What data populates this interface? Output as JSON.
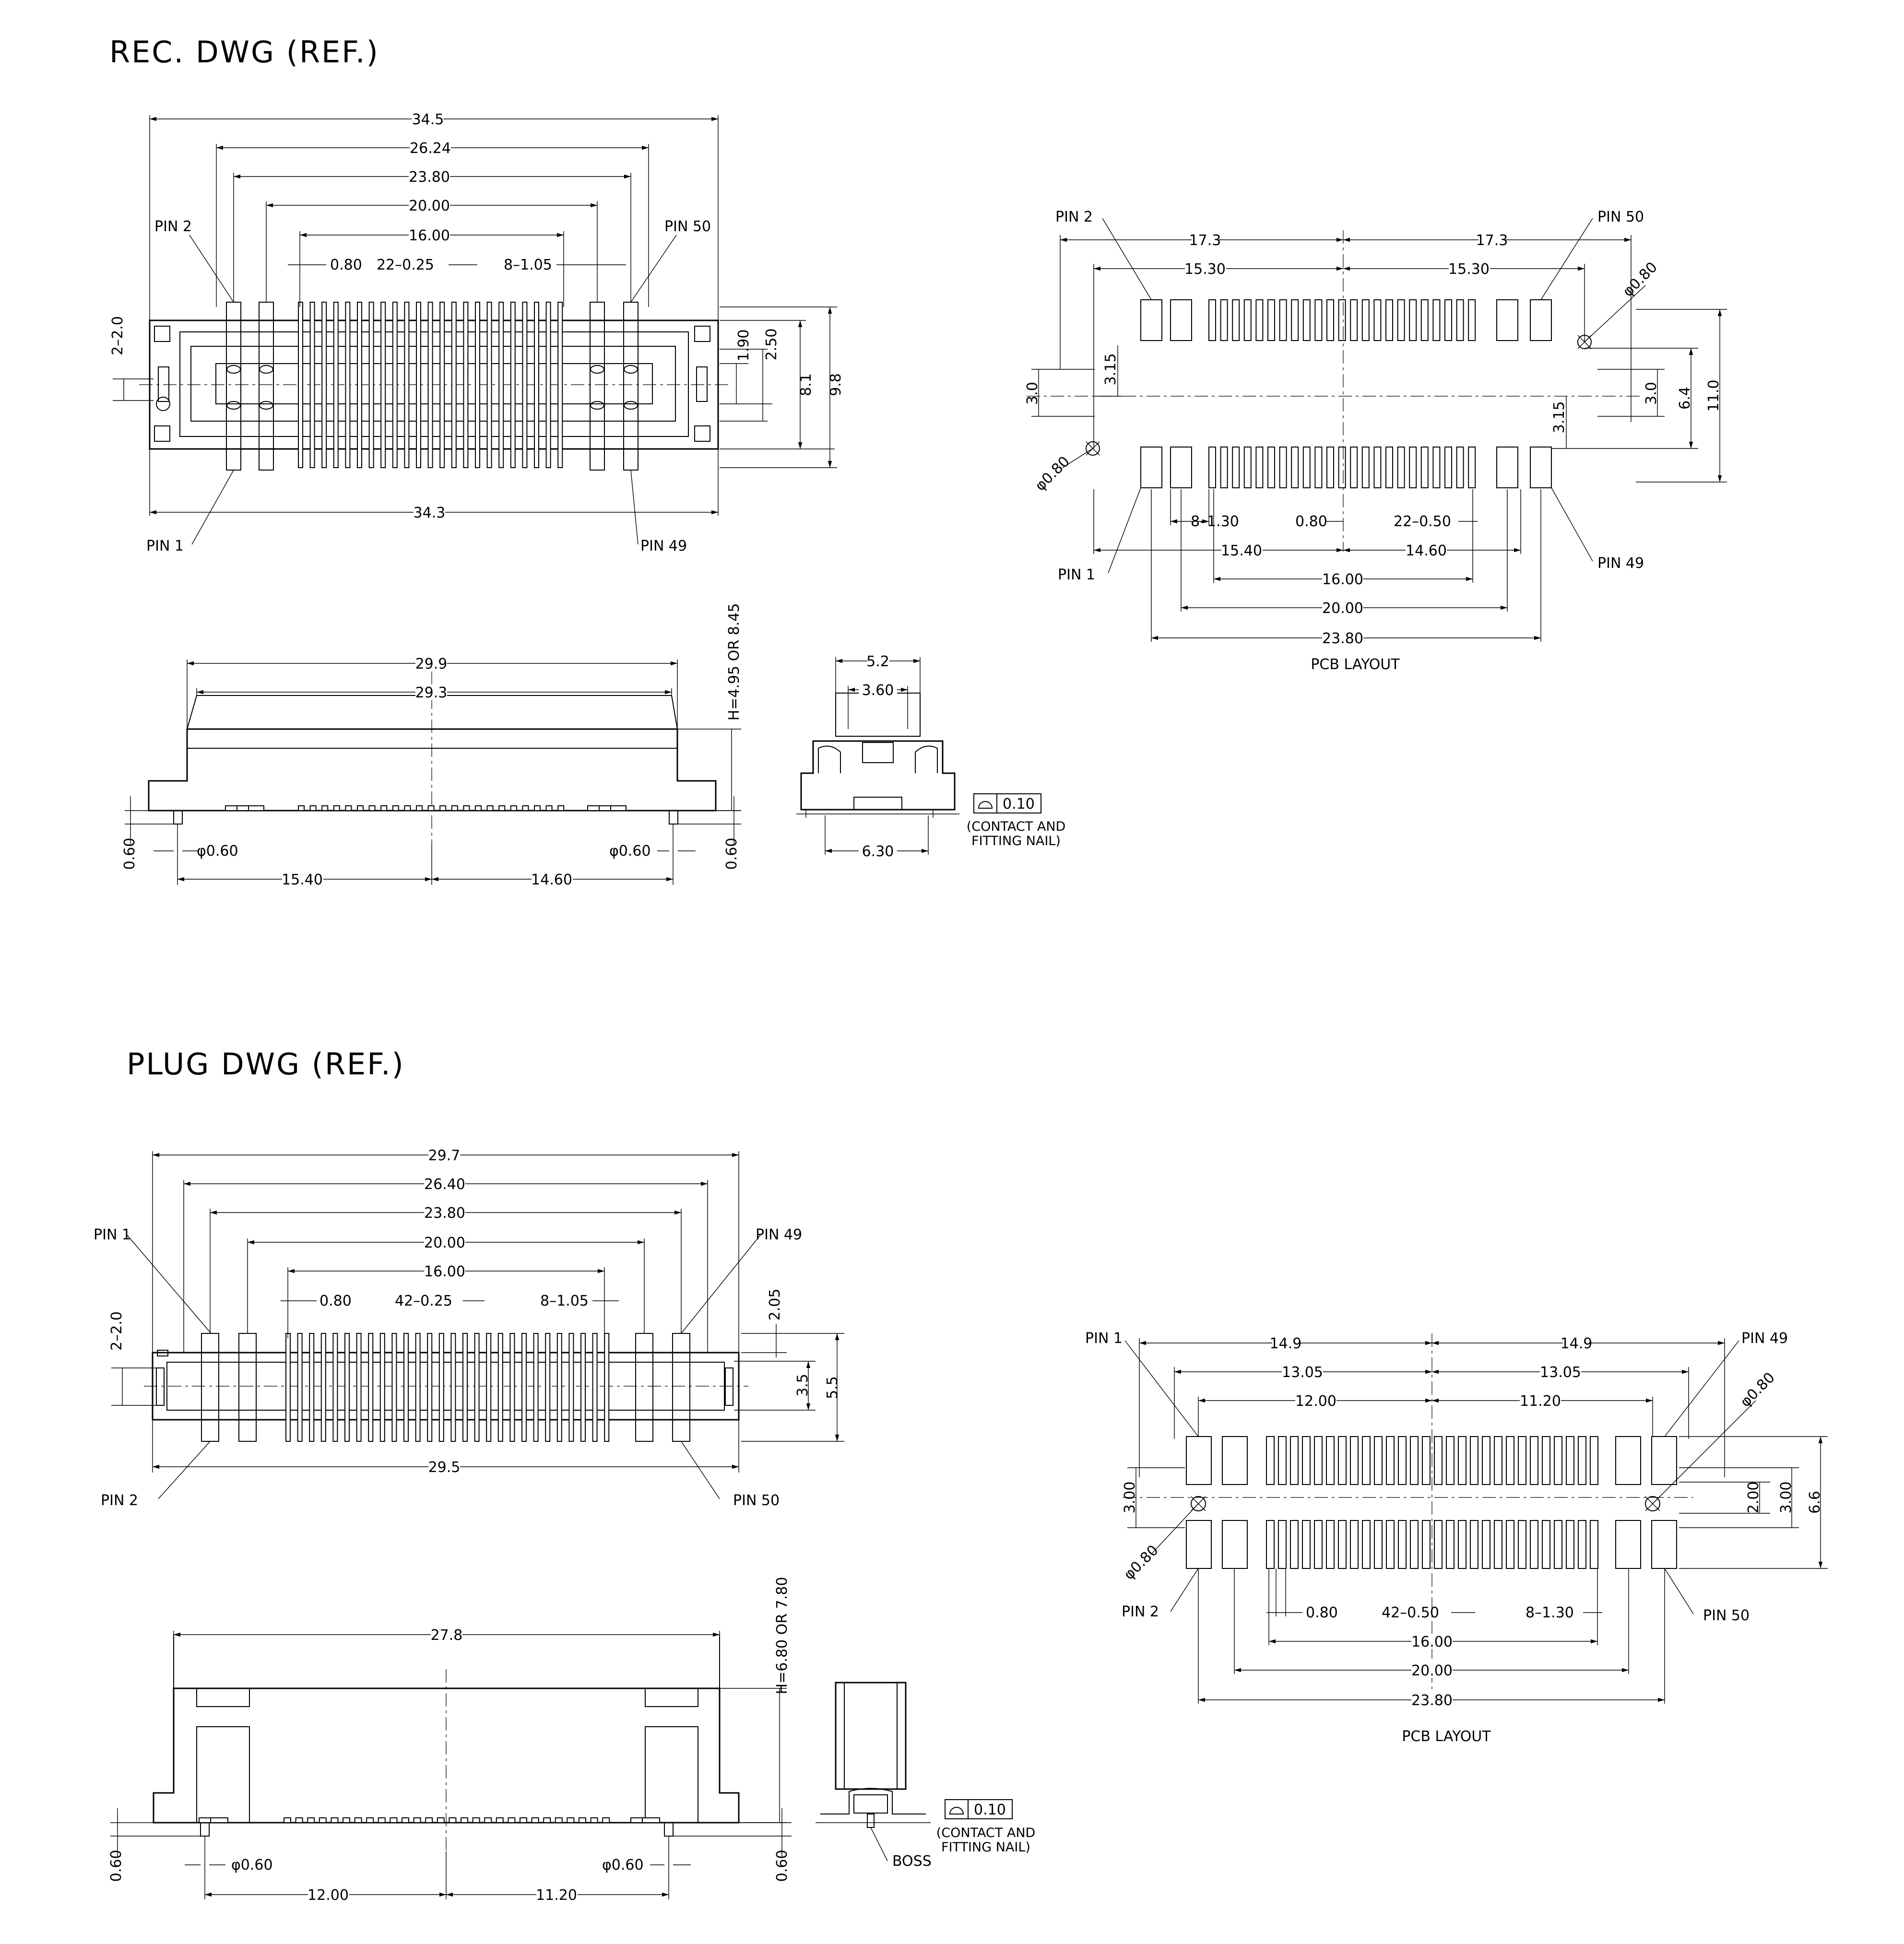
{
  "receptacle": {
    "title": "REC. DWG (REF.)",
    "top_view": {
      "pin_labels": {
        "pin2": "PIN 2",
        "pin50": "PIN 50",
        "pin1": "PIN 1",
        "pin49": "PIN 49"
      },
      "dims": {
        "overall_width": "34.5",
        "housing_26_24": "26.24",
        "post_23_80": "23.80",
        "span_20_00": "20.00",
        "span_16_00": "16.00",
        "pitch_0_80": "0.80",
        "pitch_22x0_25": "22–0.25",
        "pitch_8x1_05": "8–1.05",
        "bottom_width": "34.3",
        "h_2_2_0": "2–2.0",
        "h_1_90": "1.90",
        "h_2_50": "2.50",
        "h_8_1": "8.1",
        "h_9_8": "9.8"
      }
    },
    "side_view": {
      "w_29_9": "29.9",
      "w_29_3": "29.3",
      "height_note": "H=4.95 OR 8.45",
      "nail_dia_left": "φ0.60",
      "nail_dia_right": "φ0.60",
      "standoff_left": "0.60",
      "standoff_right": "0.60",
      "left_offset": "15.40",
      "right_offset": "14.60"
    },
    "end_view": {
      "w_5_2": "5.2",
      "w_3_60": "3.60",
      "w_6_30": "6.30",
      "flatness_value": "0.10",
      "flatness_note_1": "(CONTACT AND",
      "flatness_note_2": "FITTING NAIL)"
    },
    "pcb_layout": {
      "caption": "PCB LAYOUT",
      "pin_labels": {
        "pin2": "PIN 2",
        "pin50": "PIN 50",
        "pin1": "PIN 1",
        "pin49": "PIN 49"
      },
      "dims": {
        "half_left": "17.3",
        "half_right": "17.3",
        "inner_left": "15.30",
        "inner_right": "15.30",
        "v_3_0_left": "3.0",
        "v_3_15_left": "3.15",
        "v_3_15_right": "3.15",
        "v_3_0_right": "3.0",
        "v_6_4": "6.4",
        "v_11_0": "11.0",
        "hole_top": "φ0.80",
        "hole_bottom": "φ0.80",
        "pitch_8x1_30": "8–1.30",
        "pitch_0_80": "0.80",
        "pitch_22x0_50": "22–0.50",
        "left_15_40": "15.40",
        "right_14_60": "14.60",
        "span_16_00": "16.00",
        "span_20_00": "20.00",
        "span_23_80": "23.80"
      }
    }
  },
  "plug": {
    "title": "PLUG DWG (REF.)",
    "top_view": {
      "pin_labels": {
        "pin1": "PIN 1",
        "pin49": "PIN 49",
        "pin2": "PIN 2",
        "pin50": "PIN 50"
      },
      "dims": {
        "overall_width": "29.7",
        "w_26_40": "26.40",
        "w_23_80": "23.80",
        "w_20_00": "20.00",
        "w_16_00": "16.00",
        "pitch_0_80": "0.80",
        "pitch_42x0_25": "42–0.25",
        "pitch_8x1_05": "8–1.05",
        "bottom_width": "29.5",
        "h_2_2_0": "2–2.0",
        "h_2_05": "2.05",
        "h_3_5": "3.5",
        "h_5_5": "5.5"
      }
    },
    "side_view": {
      "w_27_8": "27.8",
      "height_note": "H=6.80 OR 7.80",
      "nail_dia_left": "φ0.60",
      "nail_dia_right": "φ0.60",
      "standoff_left": "0.60",
      "standoff_right": "0.60",
      "left_offset": "12.00",
      "right_offset": "11.20"
    },
    "end_view": {
      "flatness_value": "0.10",
      "flatness_note_1": "(CONTACT AND",
      "flatness_note_2": "FITTING NAIL)",
      "boss_label": "BOSS"
    },
    "pcb_layout": {
      "caption": "PCB LAYOUT",
      "pin_labels": {
        "pin1": "PIN 1",
        "pin49": "PIN 49",
        "pin2": "PIN 2",
        "pin50": "PIN 50"
      },
      "dims": {
        "half_left": "14.9",
        "half_right": "14.9",
        "inner_left": "13.05",
        "inner_right": "13.05",
        "left_12_00": "12.00",
        "right_11_20": "11.20",
        "v_3_00_left": "3.00",
        "v_2_00": "2.00",
        "v_3_00_right": "3.00",
        "v_6_6": "6.6",
        "hole_top": "φ0.80",
        "hole_bottom": "φ0.80",
        "pitch_0_80": "0.80",
        "pitch_42x0_50": "42–0.50",
        "pitch_8x1_30": "8–1.30",
        "span_16_00": "16.00",
        "span_20_00": "20.00",
        "span_23_80": "23.80"
      }
    }
  }
}
